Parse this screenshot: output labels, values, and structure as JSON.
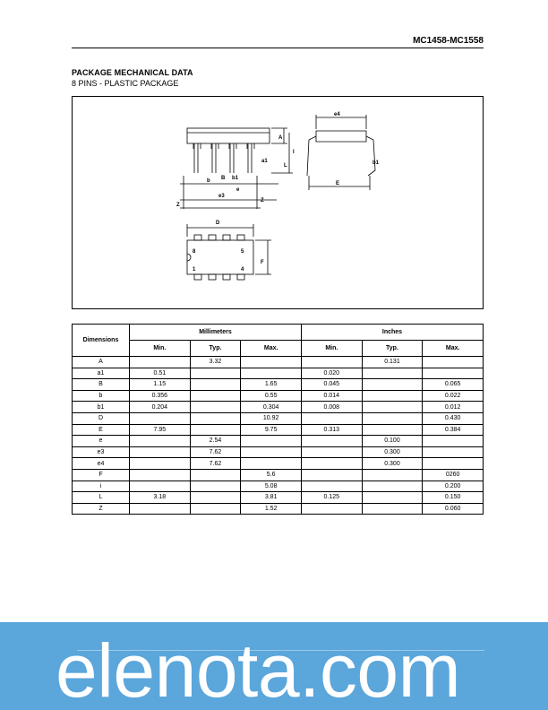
{
  "header": {
    "part_number": "MC1458-MC1558"
  },
  "section": {
    "title": "PACKAGE MECHANICAL DATA",
    "subtitle": "8 PINS - PLASTIC PACKAGE"
  },
  "drawing": {
    "labels": {
      "A": "A",
      "I": "I",
      "a1": "a1",
      "L": "L",
      "b": "b",
      "B": "B",
      "b1": "b1",
      "e": "e",
      "e3": "e3",
      "Z": "Z",
      "D": "D",
      "F": "F",
      "e4": "e4",
      "E": "E",
      "b1_side": "b1",
      "pin8": "8",
      "pin5": "5",
      "pin1": "1",
      "pin4": "4"
    }
  },
  "table": {
    "dimensions_header": "Dimensions",
    "mm_header": "Millimeters",
    "in_header": "Inches",
    "sub_headers": [
      "Min.",
      "Typ.",
      "Max.",
      "Min.",
      "Typ.",
      "Max."
    ],
    "rows": [
      [
        "A",
        "",
        "3.32",
        "",
        "",
        "0.131",
        ""
      ],
      [
        "a1",
        "0.51",
        "",
        "",
        "0.020",
        "",
        ""
      ],
      [
        "B",
        "1.15",
        "",
        "1.65",
        "0.045",
        "",
        "0.065"
      ],
      [
        "b",
        "0.356",
        "",
        "0.55",
        "0.014",
        "",
        "0.022"
      ],
      [
        "b1",
        "0.204",
        "",
        "0.304",
        "0.008",
        "",
        "0.012"
      ],
      [
        "D",
        "",
        "",
        "10.92",
        "",
        "",
        "0.430"
      ],
      [
        "E",
        "7.95",
        "",
        "9.75",
        "0.313",
        "",
        "0.384"
      ],
      [
        "e",
        "",
        "2.54",
        "",
        "",
        "0.100",
        ""
      ],
      [
        "e3",
        "",
        "7.62",
        "",
        "",
        "0.300",
        ""
      ],
      [
        "e4",
        "",
        "7.62",
        "",
        "",
        "0.300",
        ""
      ],
      [
        "F",
        "",
        "",
        "5.6",
        "",
        "",
        "0260"
      ],
      [
        "i",
        "",
        "",
        "5.08",
        "",
        "",
        "0.200"
      ],
      [
        "L",
        "3.18",
        "",
        "3.81",
        "0.125",
        "",
        "0.150"
      ],
      [
        "Z",
        "",
        "",
        "1.52",
        "",
        "",
        "0.060"
      ]
    ]
  },
  "footer": {
    "brand": "elenota.com",
    "band_color": "#5ba6db"
  }
}
